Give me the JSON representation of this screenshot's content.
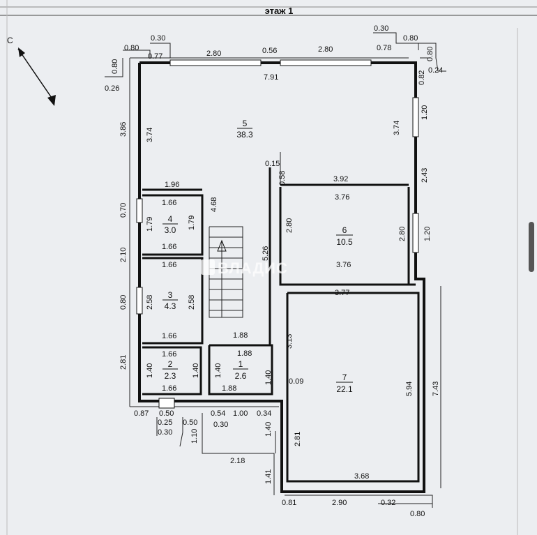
{
  "title": "этаж 1",
  "compass": "С",
  "watermark": "ВЛАДИС",
  "rooms": [
    {
      "number": "5",
      "area": "38.3"
    },
    {
      "number": "6",
      "area": "10.5"
    },
    {
      "number": "4",
      "area": "3.0"
    },
    {
      "number": "3",
      "area": "4.3"
    },
    {
      "number": "2",
      "area": "2.3"
    },
    {
      "number": "1",
      "area": "2.6"
    },
    {
      "number": "7",
      "area": "22.1"
    }
  ],
  "dimensions": {
    "d030a": "0.30",
    "d080a": "0.80",
    "d077": "0.77",
    "d280a": "2.80",
    "d056": "0.56",
    "d280b": "2.80",
    "d030b": "0.30",
    "d080b": "0.80",
    "d078": "0.78",
    "d080c": "0.80",
    "d080d": "0.80",
    "d024": "0.24",
    "d026": "0.26",
    "d791": "7.91",
    "d082": "0.82",
    "d386": "3.86",
    "d374a": "3.74",
    "d374b": "3.74",
    "d120a": "1.20",
    "d015": "0.15",
    "d058": "0.58",
    "d243": "2.43",
    "d196": "1.96",
    "d392": "3.92",
    "d166a": "1.66",
    "d468": "4.68",
    "d376a": "3.76",
    "d070": "0.70",
    "d179a": "1.79",
    "d179b": "1.79",
    "d280c": "2.80",
    "d280d": "2.80",
    "d120b": "1.20",
    "d166b": "1.66",
    "d210": "2.10",
    "d526": "5.26",
    "d166c": "1.66",
    "d376b": "3.76",
    "d377": "3.77",
    "d080e": "0.80",
    "d258a": "2.58",
    "d258b": "2.58",
    "d166d": "1.66",
    "d188a": "1.88",
    "d313": "3.13",
    "d166e": "1.66",
    "d188b": "1.88",
    "d281a": "2.81",
    "d140a": "1.40",
    "d140b": "1.40",
    "d140c": "1.40",
    "d140d": "1.40",
    "d009": "0.09",
    "d594": "5.94",
    "d743": "7.43",
    "d166f": "1.66",
    "d188c": "1.88",
    "d087": "0.87",
    "d050a": "0.50",
    "d054": "0.54",
    "d100": "1.00",
    "d034": "0.34",
    "d025": "0.25",
    "d050b": "0.50",
    "d030c": "0.30",
    "d030d": "0.30",
    "d110": "1.10",
    "d140e": "1.40",
    "d281b": "2.81",
    "d218": "2.18",
    "d141": "1.41",
    "d368": "3.68",
    "d081": "0.81",
    "d290": "2.90",
    "d032": "0.32",
    "d080f": "0.80"
  }
}
